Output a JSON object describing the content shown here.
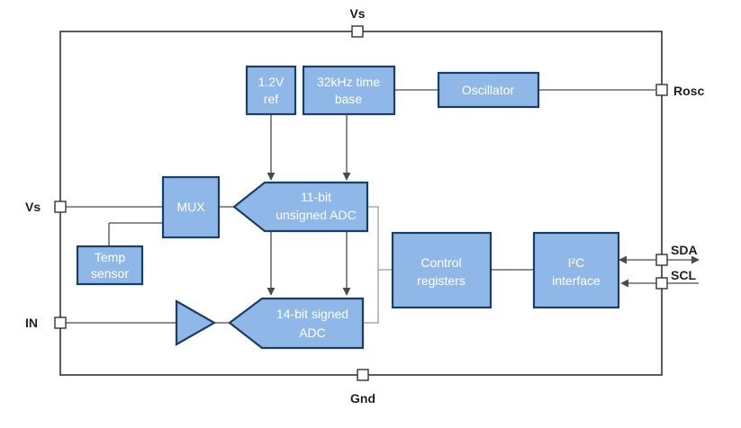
{
  "pins": {
    "vs_top": "Vs",
    "vs_left": "Vs",
    "in": "IN",
    "gnd": "Gnd",
    "rosc": "Rosc",
    "sda": "SDA",
    "scl": "SCL"
  },
  "blocks": {
    "ref": [
      "1.2V",
      "ref"
    ],
    "timebase": [
      "32kHz time",
      "base"
    ],
    "oscillator": [
      "Oscillator"
    ],
    "mux": [
      "MUX"
    ],
    "temp": [
      "Temp",
      "sensor"
    ],
    "adc11": [
      "11-bit",
      "unsigned ADC"
    ],
    "adc14": [
      "14-bit signed",
      "ADC"
    ],
    "control": [
      "Control",
      "registers"
    ],
    "i2c": [
      "I²C",
      "interface"
    ]
  },
  "colors": {
    "block_fill": "#8fb8e8",
    "block_stroke": "#1a3f66",
    "wire": "#4a4a4a",
    "frame": "#333333"
  }
}
